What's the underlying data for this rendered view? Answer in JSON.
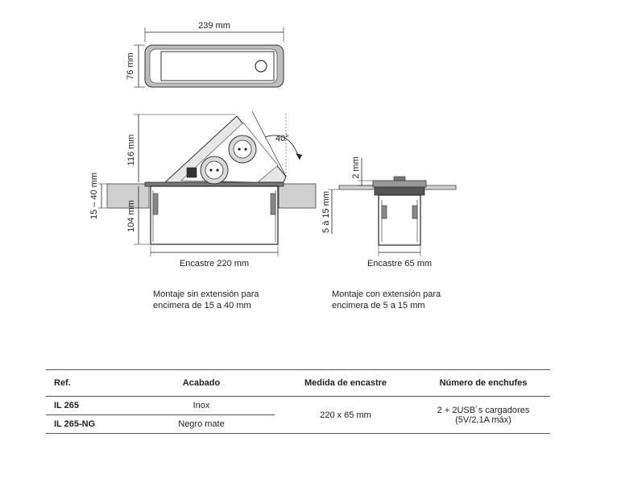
{
  "dimensions": {
    "width_top": "239 mm",
    "height_top": "76 mm",
    "angle": "40°",
    "raise_height": "116 mm",
    "counter_range_left": "15 – 40 mm",
    "body_depth": "104 mm",
    "cutout_left": "Encastre 220 mm",
    "lip": "2 mm",
    "counter_range_right": "5 à 15 mm",
    "cutout_right": "Encastre 65 mm"
  },
  "captions": {
    "left": "Montaje sin extensión para encimera de 15 a 40 mm",
    "right": "Montaje con extensión para encimera de 5 a 15 mm"
  },
  "table": {
    "headers": [
      "Ref.",
      "Acabado",
      "Medida de encastre",
      "Número de enchufes"
    ],
    "rows": [
      {
        "ref": "IL 265",
        "finish": "Inox"
      },
      {
        "ref": "IL 265-NG",
        "finish": "Negro mate"
      }
    ],
    "shared_measure": "220 x 65 mm",
    "sockets_line1": "2 + 2USB´s cargadores",
    "sockets_line2": "(5V/2,1A máx)"
  }
}
